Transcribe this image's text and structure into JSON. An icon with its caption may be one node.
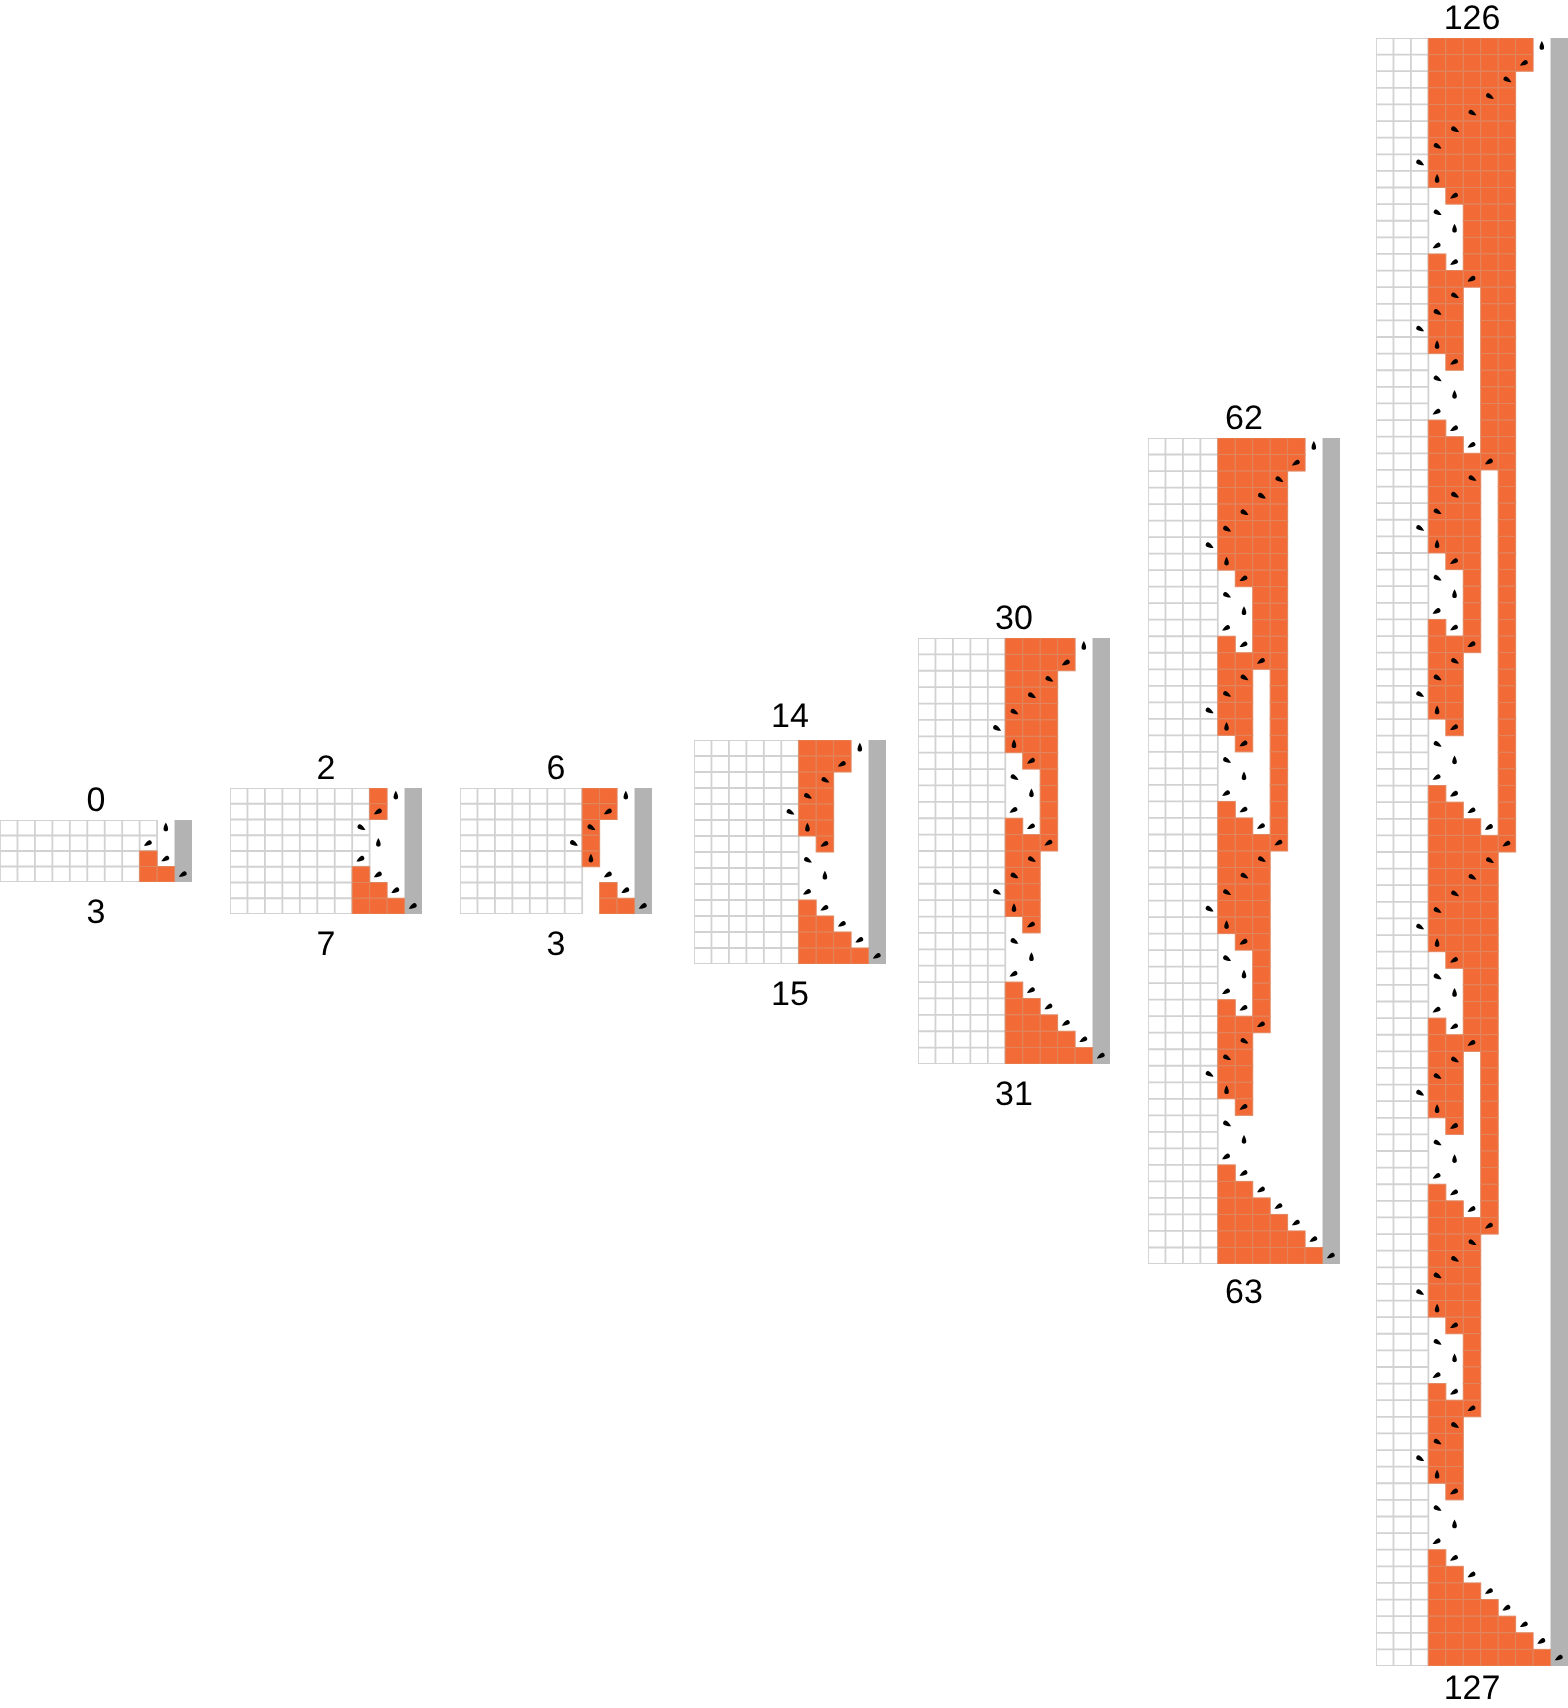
{
  "diagram": {
    "labels": [
      "0",
      "3",
      "2",
      "7",
      "6",
      "3",
      "14",
      "15",
      "30",
      "31",
      "62",
      "63",
      "126",
      "127"
    ]
  }
}
